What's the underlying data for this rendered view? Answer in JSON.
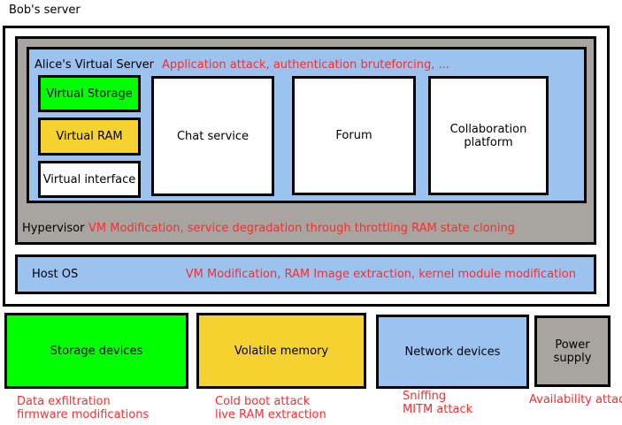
{
  "colors": {
    "green": "#00ff00",
    "yellow": "#f5d22f",
    "blue": "#9cc2f0",
    "gray": "#a8a4a0",
    "red": "#ff2a2a"
  },
  "server": {
    "title": "Bob's server"
  },
  "virtual_server": {
    "title": "Alice's Virtual Server",
    "attack": "Application attack, authentication bruteforcing, ...",
    "components": [
      {
        "label": "Virtual Storage"
      },
      {
        "label": "Virtual RAM"
      },
      {
        "label": "Virtual interface"
      }
    ],
    "services": [
      {
        "label": "Chat service"
      },
      {
        "label": "Forum"
      },
      {
        "label": "Collaboration platform"
      }
    ]
  },
  "hypervisor": {
    "label": "Hypervisor",
    "attack": "VM Modification, service degradation through throttling RAM state cloning"
  },
  "host_os": {
    "label": "Host OS",
    "attack": "VM Modification, RAM Image extraction, kernel module modification"
  },
  "hardware": [
    {
      "label": "Storage devices",
      "attack_lines": [
        "Data exfiltration",
        "firmware modifications"
      ]
    },
    {
      "label": "Volatile memory",
      "attack_lines": [
        "Cold boot attack",
        "live RAM extraction"
      ]
    },
    {
      "label": "Network devices",
      "attack_lines": [
        "Sniffing",
        "MITM attack"
      ]
    },
    {
      "label": "Power supply",
      "attack_lines": [
        "Availability attack"
      ]
    }
  ]
}
